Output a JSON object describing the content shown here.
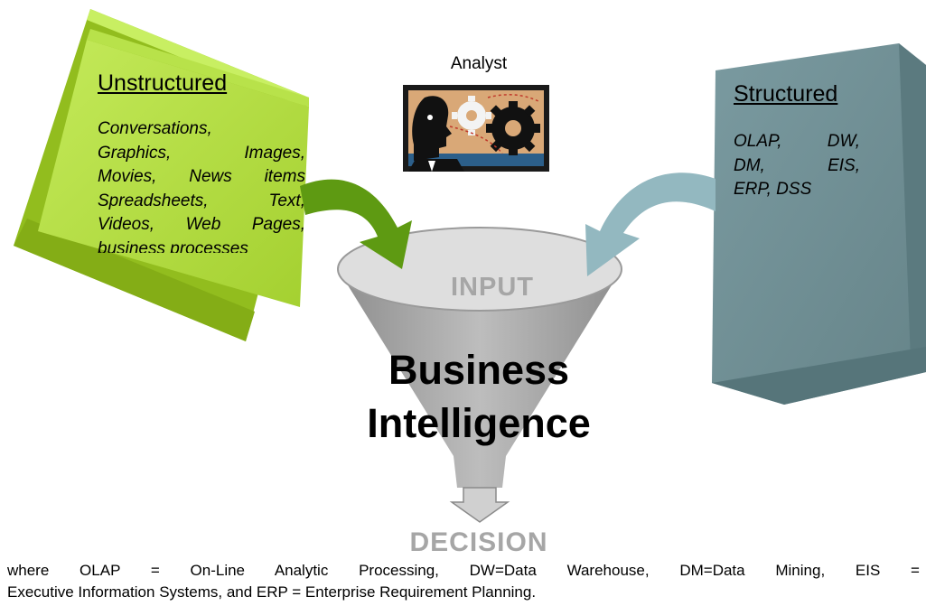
{
  "analyst": {
    "label": "Analyst"
  },
  "unstructured": {
    "title": "Unstructured",
    "lines": [
      [
        "Conversations,"
      ],
      [
        "Graphics,",
        "Images,"
      ],
      [
        "Movies,",
        "News",
        "items"
      ],
      [
        "Spreadsheets,",
        "Text,"
      ],
      [
        "Videos,",
        "Web",
        "Pages,"
      ],
      [
        "business processes"
      ]
    ]
  },
  "structured": {
    "title": "Structured",
    "lines": [
      [
        "OLAP,",
        "DW,"
      ],
      [
        "DM,",
        "EIS,"
      ],
      [
        "ERP, DSS"
      ]
    ]
  },
  "funnel": {
    "input_label": "INPUT",
    "title_line1": "Business",
    "title_line2": "Intelligence",
    "decision_label": "DECISION"
  },
  "footnote": {
    "line1": "where OLAP = On-Line Analytic Processing, DW=Data Warehouse, DM=Data Mining, EIS =",
    "line2": "Executive Information Systems, and ERP = Enterprise Requirement Planning."
  },
  "colors": {
    "unstructured_box": "#a9d63a",
    "structured_box": "#6e8f93",
    "green_arrow": "#5e9a12",
    "blue_arrow": "#93b8c0",
    "funnel": "#a9a9a9",
    "label_gray": "#a6a6a6"
  },
  "icons": {
    "analyst": "analyst-gears-icon"
  }
}
